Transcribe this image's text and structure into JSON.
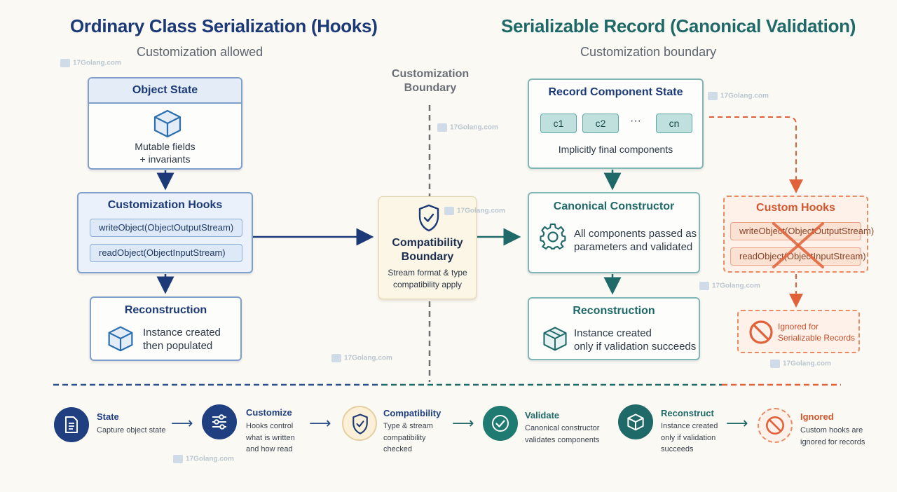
{
  "left": {
    "title": "Ordinary Class Serialization (Hooks)",
    "subtitle": "Customization allowed",
    "object_state": {
      "title": "Object State",
      "line1": "Mutable fields",
      "line2": "+ invariants"
    },
    "hooks": {
      "title": "Customization Hooks",
      "write": "writeObject(ObjectOutputStream)",
      "read": "readObject(ObjectInputStream)"
    },
    "reconstruction": {
      "title": "Reconstruction",
      "line1": "Instance created",
      "line2": "then populated"
    }
  },
  "boundary": {
    "label_line1": "Customization",
    "label_line2": "Boundary",
    "compat_title1": "Compatibility",
    "compat_title2": "Boundary",
    "compat_line1": "Stream format & type",
    "compat_line2": "compatibility apply"
  },
  "right": {
    "title": "Serializable Record (Canonical Validation)",
    "subtitle": "Customization boundary",
    "record_state": {
      "title": "Record Component State",
      "chips": [
        "c1",
        "c2",
        "cn"
      ],
      "ellipsis": "···",
      "caption": "Implicitly final components"
    },
    "canonical": {
      "title": "Canonical Constructor",
      "line1": "All components passed as",
      "line2": "parameters and validated"
    },
    "reconstruction": {
      "title": "Reconstruction",
      "line1": "Instance created",
      "line2": "only if validation succeeds"
    },
    "custom_hooks": {
      "title": "Custom Hooks",
      "write": "writeObject(ObjectOutputStream)",
      "read": "readObject(ObjectInputStream)"
    },
    "ignored": {
      "line1": "Ignored for",
      "line2": "Serializable Records"
    }
  },
  "steps": [
    {
      "title": "State",
      "desc": [
        "Capture object state"
      ],
      "icon": "document-icon",
      "color": "#1f3f80"
    },
    {
      "title": "Customize",
      "desc": [
        "Hooks control",
        "what is written",
        "and how read"
      ],
      "icon": "sliders-icon",
      "color": "#1f3f80"
    },
    {
      "title": "Compatibility",
      "desc": [
        "Type & stream",
        "compatibility",
        "checked"
      ],
      "icon": "shield-icon",
      "color": "#fcf1d8"
    },
    {
      "title": "Validate",
      "desc": [
        "Canonical constructor",
        "validates components"
      ],
      "icon": "check-icon",
      "color": "#1f7a72"
    },
    {
      "title": "Reconstruct",
      "desc": [
        "Instance created",
        "only if validation",
        "succeeds"
      ],
      "icon": "cube-icon",
      "color": "#1f6a69"
    },
    {
      "title": "Ignored",
      "desc": [
        "Custom hooks are",
        "ignored for records"
      ],
      "icon": "prohibited-icon",
      "color": "#e1623a"
    }
  ],
  "watermark": "17Golang.com",
  "colors": {
    "navy": "#1c3a78",
    "teal": "#1f6a69",
    "orange": "#e1623a",
    "cream": "#fcf6e6"
  }
}
